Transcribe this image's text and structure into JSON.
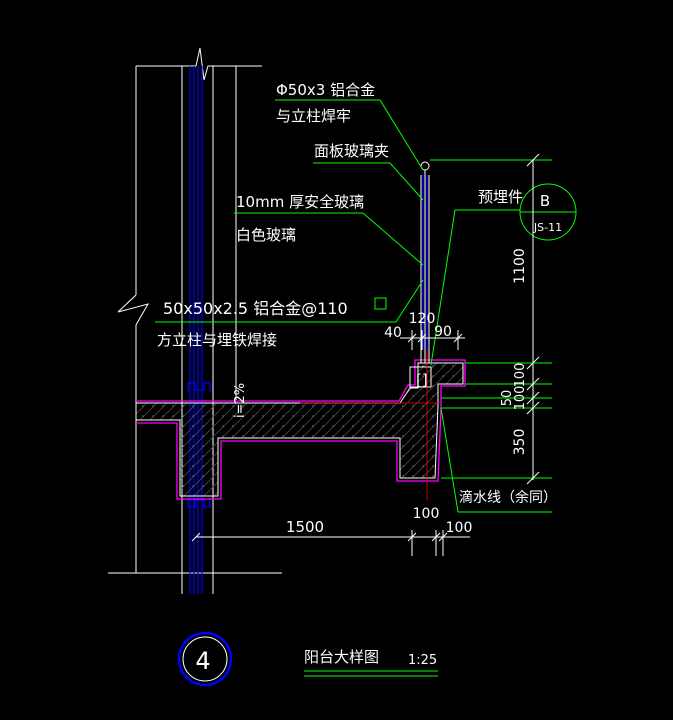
{
  "labels": {
    "rail_spec": "Φ50x3 铝合金",
    "rail_weld": "与立柱焊牢",
    "glass_clamp": "面板玻璃夹",
    "glass_spec": "10mm 厚安全玻璃",
    "glass_color": "白色玻璃",
    "post_spec": "50x50x2.5 铝合金@110",
    "post_weld": "方立柱与埋铁焊接",
    "embed_part": "预埋件",
    "drip_line": "滴水线（余同）",
    "slope": "i=2%"
  },
  "callout": {
    "letter": "B",
    "ref": "JS-11"
  },
  "dimensions": {
    "width_total": "120",
    "width_left": "40",
    "width_right": "90",
    "height_rail": "1100",
    "h_100": "100",
    "h_50": "50",
    "h_100b": "100",
    "h_350": "350",
    "span_1500": "1500",
    "dim_100a": "100",
    "dim_100b": "100"
  },
  "title_block": {
    "detail_number": "4",
    "title": "阳台大样图",
    "scale": "1:25"
  },
  "colors": {
    "background": "#000000",
    "leader": "#00ff00",
    "outline": "#ff00ff",
    "glass": "#0000ff",
    "axis": "#ff0000",
    "text": "#ffffff"
  }
}
